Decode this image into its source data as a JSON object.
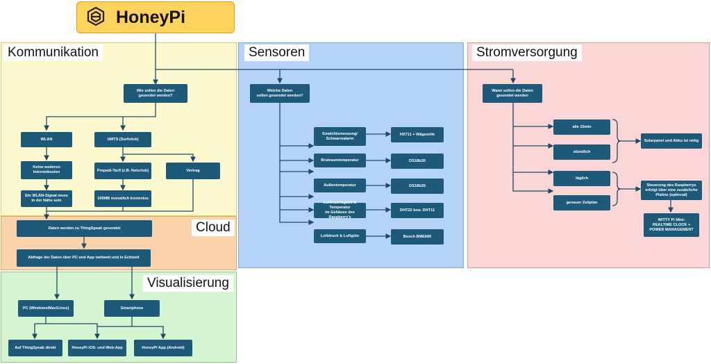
{
  "header": {
    "title": "HoneyPi",
    "logo_icon": "honeycomb-logo-icon"
  },
  "colors": {
    "kommunikation_bg": "#fdf9cf",
    "sensoren_bg": "#b4d3f7",
    "strom_bg": "#fbd6d6",
    "cloud_bg": "#fbd3aa",
    "visual_bg": "#d4f5d0",
    "node": "#1d5a7a",
    "header": "#fdd35c"
  },
  "regions": {
    "kommunikation": "Kommunikation",
    "sensoren": "Sensoren",
    "stromversorgung": "Stromversorgung",
    "cloud": "Cloud",
    "visualisierung": "Visualisierung"
  },
  "kommunikation": {
    "question": "Wie sollen die Daten\ngesendet werden?",
    "wlan": "WLAN",
    "umts": "UMTS (Surfstick)",
    "keine_kosten": "Keine weiteren\nInternetkosten",
    "wlan_signal": "Ein WLAN-Signal muss\nin der Nähe sein",
    "prepaid": "Prepaid-Tarif (z.B. Netzclub)",
    "vertrag": "Vertrag",
    "mb_free": "100MB monatlich kostenlos"
  },
  "cloud": {
    "thingspeak": "Daten werden zu ThingSpeak gesendet",
    "abfrage": "Abfrage der Daten über PC und App weltweit und in Echtzeit"
  },
  "visualisierung": {
    "pc": "PC (Windows/Mac/Linux)",
    "smartphone": "Smartphone",
    "ts_direkt": "Auf ThingSpeak direkt",
    "ios_web": "HoneyPi iOS- und Web-App",
    "android": "HoneyPi App (Android)"
  },
  "sensoren": {
    "question": "Welche Daten\nsollen gesendet werden?",
    "gewicht": "Gewichtsmessung/\nSchwarmalarm",
    "brutraum": "Brutraumtemperatur",
    "aussen": "Außentemperatur",
    "luft": "Luftfeuchtigkeit & Temperatur\nim Gehäuse des Raspberry's",
    "luftdruck": "Luftdruck & Luftgüte",
    "hx711": "HX711 + Wägezelle",
    "ds1": "DS18b20",
    "ds2": "DS18b20",
    "dht": "DHT22 bzw. DHT11",
    "bosch": "Bosch BME680"
  },
  "strom": {
    "question": "Wann sollen die Daten\ngesendet werden",
    "min15": "alle 15min",
    "stuendlich": "stündlich",
    "taeglich": "täglich",
    "zeitplan": "genauer Zeitplan",
    "solar": "Solarpanel und Akku ist nötig",
    "steuerung": "Steuerung des Raspberrys\nerfolgt über eine zusätzliche\nPlatine (optional)",
    "witty": "WITTY Pi Mini:\nREALTIME CLOCK +\nPOWER MANAGEMENT"
  }
}
